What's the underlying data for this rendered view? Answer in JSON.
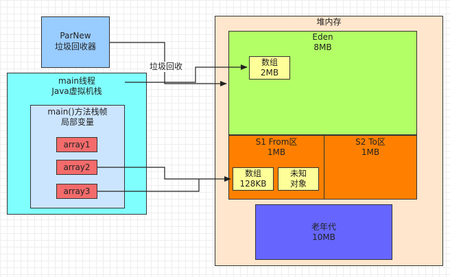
{
  "parnew": {
    "line1": "ParNew",
    "line2": "垃圾回收器"
  },
  "main_thread": {
    "line1": "main线程",
    "line2": "Java虚拟机栈"
  },
  "stack_frame": {
    "line1": "main()方法栈帧",
    "line2": "局部变量"
  },
  "vars": [
    "array1",
    "array2",
    "array3"
  ],
  "heap": {
    "title": "堆内存"
  },
  "eden": {
    "name": "Eden",
    "size": "8MB"
  },
  "eden_obj": {
    "line1": "数组",
    "line2": "2MB"
  },
  "s1": {
    "name": "S1 From区",
    "size": "1MB"
  },
  "s1_obj": {
    "line1": "数组",
    "line2": "128KB"
  },
  "s1_unknown": {
    "line1": "未知",
    "line2": "对象"
  },
  "s2": {
    "name": "S2 To区",
    "size": "1MB"
  },
  "old": {
    "name": "老年代",
    "size": "10MB"
  },
  "gc_label": "垃圾回收",
  "colors": {
    "parnew": "#99ccff",
    "thread": "#80ffff",
    "frame": "#cce5ff",
    "var": "#f46b6b",
    "heap": "#ffe6cc",
    "eden": "#b3ff66",
    "survivor": "#ff8000",
    "object": "#ffff99",
    "old": "#6666ff"
  }
}
